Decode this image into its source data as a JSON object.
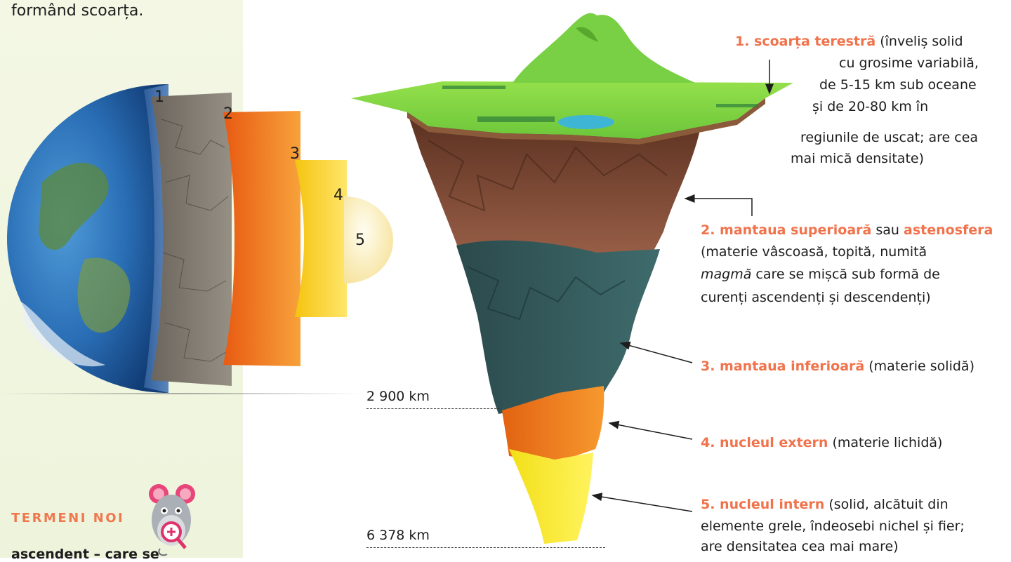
{
  "intro_text": "formând scoarța.",
  "globe_numbers": [
    "1",
    "2",
    "3",
    "4",
    "5"
  ],
  "labels": {
    "l1": {
      "term": "1. scoarța terestră",
      "desc": " (înveliș solid cu grosime variabilă, de 5-15 km sub oceane și de 20-80 km în regiunile de uscat; are cea mai mică densitate)",
      "line1": " (înveliș solid",
      "line2": "cu grosime variabilă,",
      "line3": "de 5-15 km sub oceane",
      "line4": "și de 20-80 km în",
      "line5": "regiunile de uscat; are cea",
      "line6": "mai mică densitate)"
    },
    "l2": {
      "term_a": "2. mantaua superioară",
      "mid": " sau ",
      "term_b": "astenosfera",
      "line2": "(materie vâscoasă, topită, numită",
      "magma": "magmă",
      "line3_rest": " care se mișcă sub formă de",
      "line4": "curenți ascendenți și descendenți)"
    },
    "l3": {
      "term": "3. mantaua inferioară",
      "desc": " (materie solidă)"
    },
    "l4": {
      "term": "4. nucleul extern",
      "desc": " (materie lichidă)"
    },
    "l5": {
      "term": "5. nucleul intern",
      "line1": " (solid, alcătuit din",
      "line2": "elemente grele, îndeosebi nichel și fier;",
      "line3": "are densitatea cea mai mare)"
    }
  },
  "depths": {
    "d1": "2 900 km",
    "d2": "6 378 km"
  },
  "sidebar": {
    "heading": "TERMENI NOI",
    "cutoff": "ascendent – care se"
  },
  "colors": {
    "accent": "#f0734c",
    "sidebar_bg": "#eef4dc"
  }
}
